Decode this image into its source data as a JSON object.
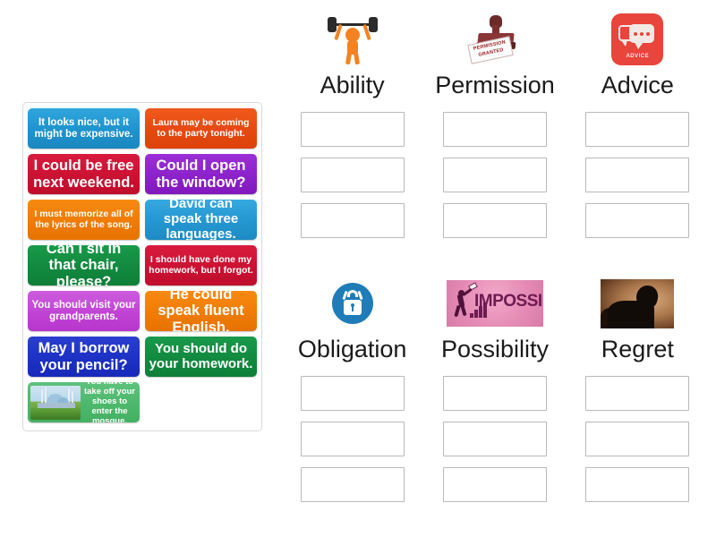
{
  "activity": {
    "type": "group-sort",
    "card_tray_label": "sentence-cards"
  },
  "cards": [
    {
      "text": "It looks nice, but it might be expensive.",
      "color": "#1e93cd",
      "style": "c-lightblue",
      "size": "fs-12"
    },
    {
      "text": "Laura may be coming to the party tonight.",
      "color": "#e54910",
      "style": "c-orangered",
      "size": "fs-11"
    },
    {
      "text": "I could be free next weekend.",
      "color": "#cb1233",
      "style": "c-crimson",
      "size": "fs-16"
    },
    {
      "text": "Could I open the window?",
      "color": "#8c22c9",
      "style": "c-purple",
      "size": "fs-16"
    },
    {
      "text": "I must memorize all of the lyrics of the song.",
      "color": "#ef7c06",
      "style": "c-orange",
      "size": "fs-11"
    },
    {
      "text": "David can speak three languages.",
      "color": "#2496d0",
      "style": "c-skyblue",
      "size": "fs-15"
    },
    {
      "text": "Can I sit in that chair, please?",
      "color": "#12893f",
      "style": "c-green",
      "size": "fs-16"
    },
    {
      "text": "I should have done my homework, but I forgot.",
      "color": "#cb1233",
      "style": "c-crimson2",
      "size": "fs-11"
    },
    {
      "text": "You should visit your grandparents.",
      "color": "#c044d4",
      "style": "c-orchid",
      "size": "fs-12"
    },
    {
      "text": "He could speak fluent English.",
      "color": "#ef7c06",
      "style": "c-orange2",
      "size": "fs-16"
    },
    {
      "text": "May I borrow your pencil?",
      "color": "#1d31c4",
      "style": "c-royalblue",
      "size": "fs-16"
    },
    {
      "text": "You should do your homework.",
      "color": "#12893f",
      "style": "c-green2",
      "size": "fs-15"
    },
    {
      "text": "You have to take off your shoes to enter the mosque.",
      "color": "#4cb86c",
      "style": "c-mintgreen",
      "size": "fs-11",
      "picture": "mosque-photo"
    }
  ],
  "categories": [
    {
      "label": "Ability",
      "icon": "weightlifter-icon",
      "dropzones": 3
    },
    {
      "label": "Permission",
      "icon": "rubber-stamp-icon",
      "dropzones": 3,
      "icon_text_line1": "PERMISSION",
      "icon_text_line2": "GRANTED"
    },
    {
      "label": "Advice",
      "icon": "speech-bubbles-icon",
      "dropzones": 3,
      "icon_text": "ADVICE",
      "icon_color": "#e8453c"
    },
    {
      "label": "Obligation",
      "icon": "padlock-icon",
      "dropzones": 3,
      "icon_color": "#1f7cb8"
    },
    {
      "label": "Possibility",
      "icon": "impossible-banner-icon",
      "dropzones": 3,
      "icon_text": "IMPOSSIBLE"
    },
    {
      "label": "Regret",
      "icon": "sorrow-silhouette-icon",
      "dropzones": 3
    }
  ]
}
